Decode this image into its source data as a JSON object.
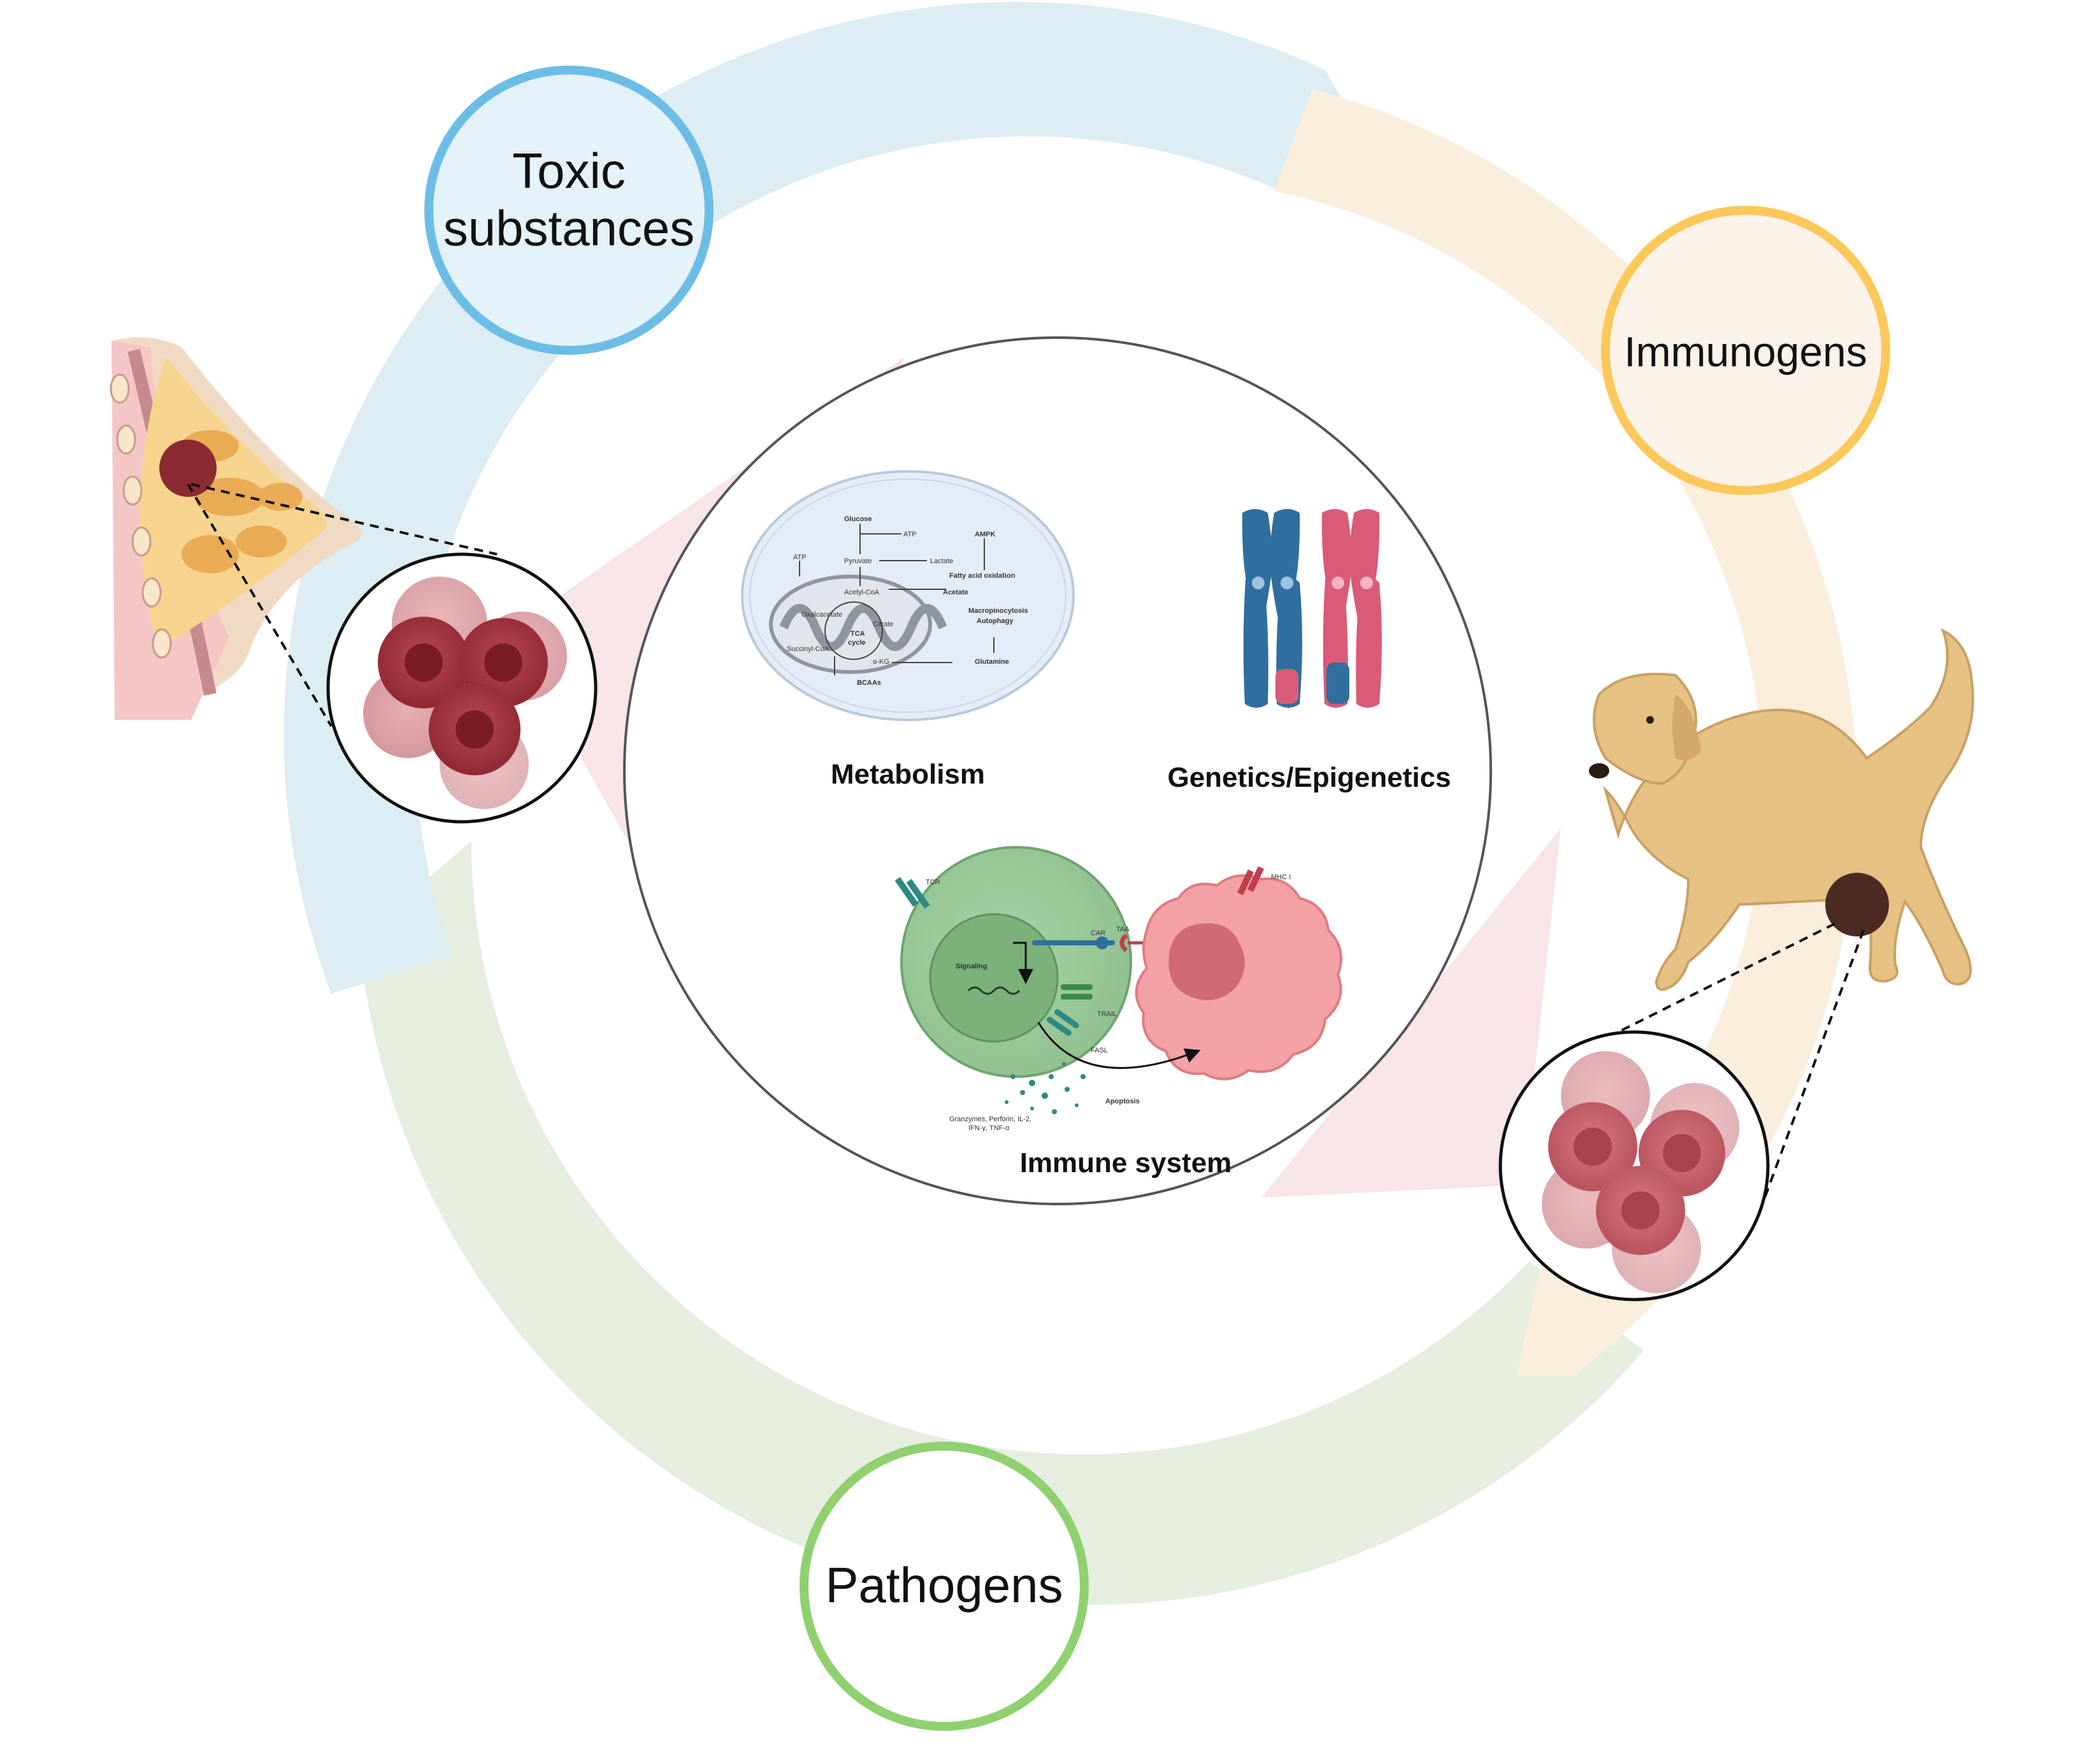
{
  "factors": {
    "toxic": {
      "line1": "Toxic",
      "line2": "substances",
      "color": "#6cbde6",
      "fill": "#e4f2f9"
    },
    "immunogens": {
      "label": "Immunogens",
      "color": "#fdc85a",
      "fill": "#fbf2ea"
    },
    "pathogens": {
      "label": "Pathogens",
      "color": "#8fd06f",
      "fill": "#ffffff"
    }
  },
  "cycle_colors": {
    "blue": "#dcedf3",
    "orange": "#fbeedd",
    "green": "#e5eedf",
    "pink": "#f7e1e3"
  },
  "center": {
    "metabolism": {
      "label": "Metabolism",
      "terms": {
        "glucose": "Glucose",
        "atp_top": "ATP",
        "atp_left": "ATP",
        "pyruvate": "Pyruvate",
        "lactate": "Lactate",
        "ampk": "AMPK",
        "fatty": "Fatty acid oxidation",
        "acetate": "Acetate",
        "acetyl": "Acetyl-CoA",
        "oxalo": "Oxalcacetate",
        "citrate": "Citrate",
        "tca1": "TCA",
        "tca2": "cycle",
        "macro1": "Macropinocytosis",
        "macro2": "Autophagy",
        "succinyl": "Succinyl-CoA",
        "akg": "α-KG",
        "glutamine": "Glutamine",
        "bcaas": "BCAAs"
      }
    },
    "genetics": {
      "label": "Genetics/Epigenetics"
    },
    "immune": {
      "label": "Immune system",
      "terms": {
        "tcr": "TCR",
        "car": "CAR",
        "taa": "TAA",
        "mhc": "MHC I",
        "signaling": "Signaling",
        "trail": "TRAIL",
        "fasl": "FASL",
        "granzymes1": "Granzymes, Perforin, IL-2,",
        "granzymes2": "IFN-γ, TNF-α",
        "apoptosis": "Apoptosis"
      }
    }
  }
}
